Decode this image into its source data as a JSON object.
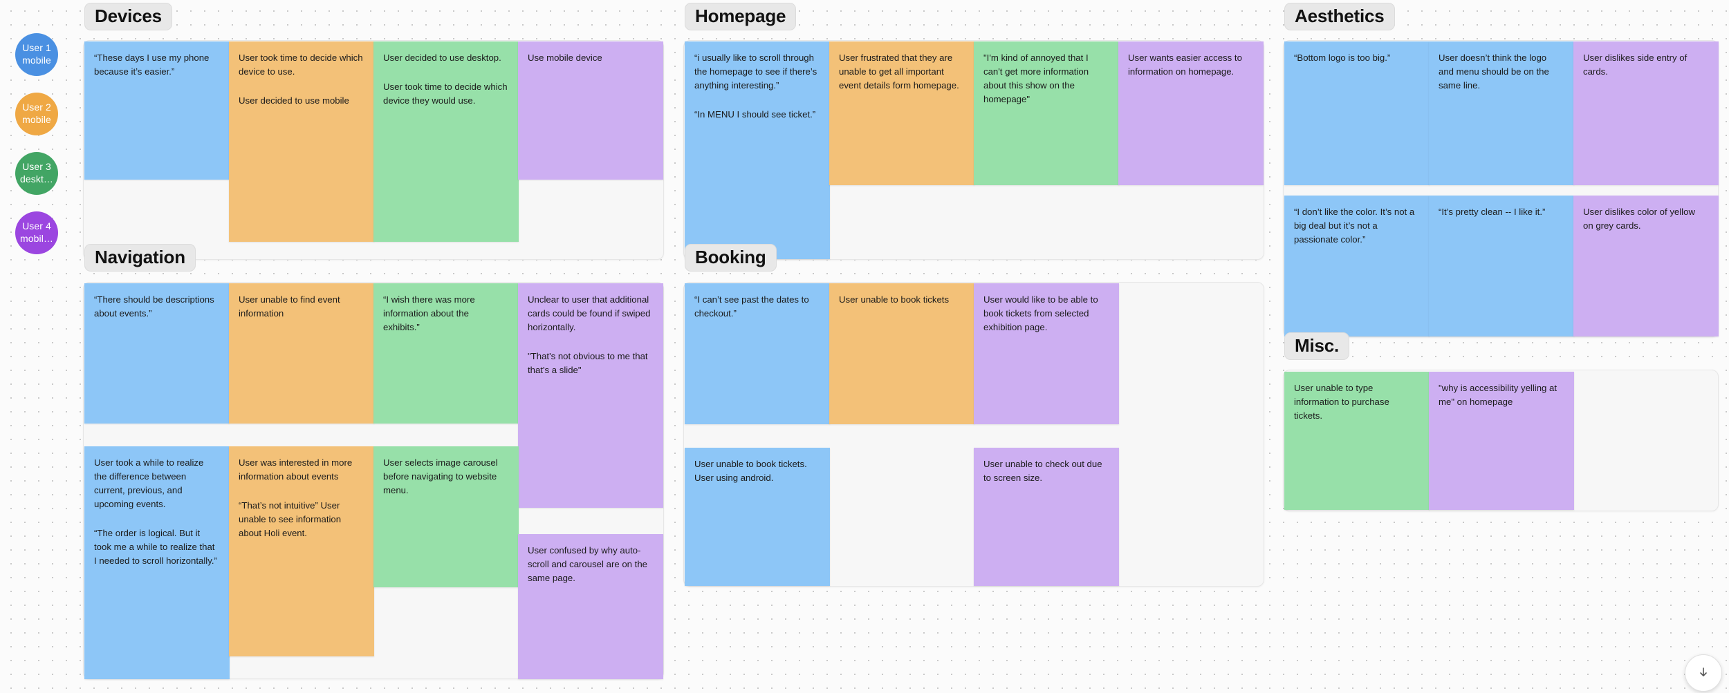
{
  "board": {
    "background_color": "#fbfbfb",
    "dot_grid": true
  },
  "palette": {
    "blue": "#8dc6f7",
    "orange": "#f3c178",
    "green": "#97e0a9",
    "purple": "#cdaff2",
    "group_bg": "#f7f7f7",
    "title_bg": "#e8e8e8"
  },
  "legend": {
    "name": "participant-legend",
    "items": [
      {
        "line1": "User 1",
        "line2": "mobile",
        "color": "#4a90e2"
      },
      {
        "line1": "User 2",
        "line2": "mobile",
        "color": "#efa844"
      },
      {
        "line1": "User 3",
        "line2": "deskt…",
        "color": "#42a564"
      },
      {
        "line1": "User 4",
        "line2": "mobil…",
        "color": "#9b46e0"
      }
    ]
  },
  "sections": [
    {
      "id": "devices",
      "title": "Devices",
      "notes": [
        {
          "color": "blue",
          "paragraphs": [
            "“These days I use my phone because it’s easier.”"
          ]
        },
        {
          "color": "orange",
          "paragraphs": [
            "User took time to decide which device to use.",
            "User decided to use mobile"
          ]
        },
        {
          "color": "green",
          "paragraphs": [
            "User decided to use desktop.",
            "User took time to decide which device they would use."
          ]
        },
        {
          "color": "purple",
          "paragraphs": [
            "Use mobile device"
          ]
        }
      ]
    },
    {
      "id": "navigation",
      "title": "Navigation",
      "notes": [
        {
          "color": "blue",
          "paragraphs": [
            "“There should be descriptions about events.”"
          ]
        },
        {
          "color": "orange",
          "paragraphs": [
            "User unable to find event information"
          ]
        },
        {
          "color": "green",
          "paragraphs": [
            "“I wish there was more information about the exhibits.”"
          ]
        },
        {
          "color": "purple",
          "paragraphs": [
            "Unclear to user that additional cards could be found if swiped horizontally.",
            "\"That's not obvious to me that that's a slide\""
          ]
        },
        {
          "color": "blue",
          "paragraphs": [
            "User took a while to realize the difference between current, previous, and upcoming events.",
            "“The order is logical. But it took me a while to realize that I needed to scroll horizontally.”"
          ]
        },
        {
          "color": "orange",
          "paragraphs": [
            "User was interested in more information about events",
            "“That’s not intuitive” User unable to see information about Holi event."
          ]
        },
        {
          "color": "green",
          "paragraphs": [
            "User selects image carousel before navigating to website menu."
          ]
        },
        {
          "color": "purple",
          "paragraphs": [
            "User confused by why auto-scroll and carousel are on the same page."
          ]
        }
      ]
    },
    {
      "id": "homepage",
      "title": "Homepage",
      "notes": [
        {
          "color": "blue",
          "paragraphs": [
            "“i usually like to scroll through the homepage to see if there’s anything interesting.”",
            "“In MENU I should see ticket.”"
          ]
        },
        {
          "color": "orange",
          "paragraphs": [
            "User frustrated that they are unable to get all important event details form homepage."
          ]
        },
        {
          "color": "green",
          "paragraphs": [
            "\"I'm kind of annoyed that I can't get more information about this show on the homepage\""
          ]
        },
        {
          "color": "purple",
          "paragraphs": [
            "User wants easier access to information on homepage."
          ]
        }
      ]
    },
    {
      "id": "booking",
      "title": "Booking",
      "notes": [
        {
          "color": "blue",
          "paragraphs": [
            "“I can’t see past the dates to checkout.”"
          ]
        },
        {
          "color": "orange",
          "paragraphs": [
            "User unable to book tickets"
          ]
        },
        {
          "color": "purple",
          "paragraphs": [
            "User would like to be able to book tickets from selected exhibition page."
          ]
        },
        {
          "color": "blue",
          "paragraphs": [
            "User unable to book tickets. User using android."
          ]
        },
        {
          "color": "purple",
          "paragraphs": [
            "User unable to check out due to screen size."
          ]
        }
      ]
    },
    {
      "id": "aesthetics",
      "title": "Aesthetics",
      "notes": [
        {
          "color": "blue",
          "paragraphs": [
            "“Bottom logo is too big.”"
          ]
        },
        {
          "color": "blue",
          "paragraphs": [
            "User doesn’t think the logo and menu should be on the same line."
          ]
        },
        {
          "color": "purple",
          "paragraphs": [
            "User dislikes side entry of cards."
          ]
        },
        {
          "color": "blue",
          "paragraphs": [
            "“I don’t like the color. It’s not a big deal but it’s not a passionate color.”"
          ]
        },
        {
          "color": "blue",
          "paragraphs": [
            "“It’s pretty clean -- I like it.”"
          ]
        },
        {
          "color": "purple",
          "paragraphs": [
            "User dislikes color of yellow on grey cards."
          ]
        }
      ]
    },
    {
      "id": "misc",
      "title": "Misc.",
      "notes": [
        {
          "color": "green",
          "paragraphs": [
            "User unable to type information to purchase tickets."
          ]
        },
        {
          "color": "purple",
          "paragraphs": [
            "\"why is accessibility yelling at me\" on homepage"
          ]
        }
      ]
    }
  ]
}
